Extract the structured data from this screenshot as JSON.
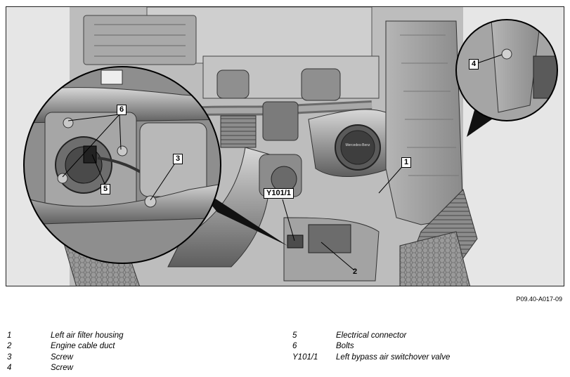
{
  "figure": {
    "id": "P09.40-A017-09",
    "brand_text": "Mercedes-Benz",
    "callouts": {
      "c1": "1",
      "c2": "2",
      "c3": "3",
      "c4": "4",
      "c5": "5",
      "c6": "6",
      "cY": "Y101/1"
    }
  },
  "legend": {
    "items": [
      {
        "num": "1",
        "text": "Left air filter housing"
      },
      {
        "num": "2",
        "text": "Engine cable duct"
      },
      {
        "num": "3",
        "text": "Screw"
      },
      {
        "num": "4",
        "text": "Screw"
      },
      {
        "num": "5",
        "text": "Electrical connector"
      },
      {
        "num": "6",
        "text": "Bolts"
      },
      {
        "num": "Y101/1",
        "text": "Left bypass air switchover valve"
      }
    ]
  }
}
